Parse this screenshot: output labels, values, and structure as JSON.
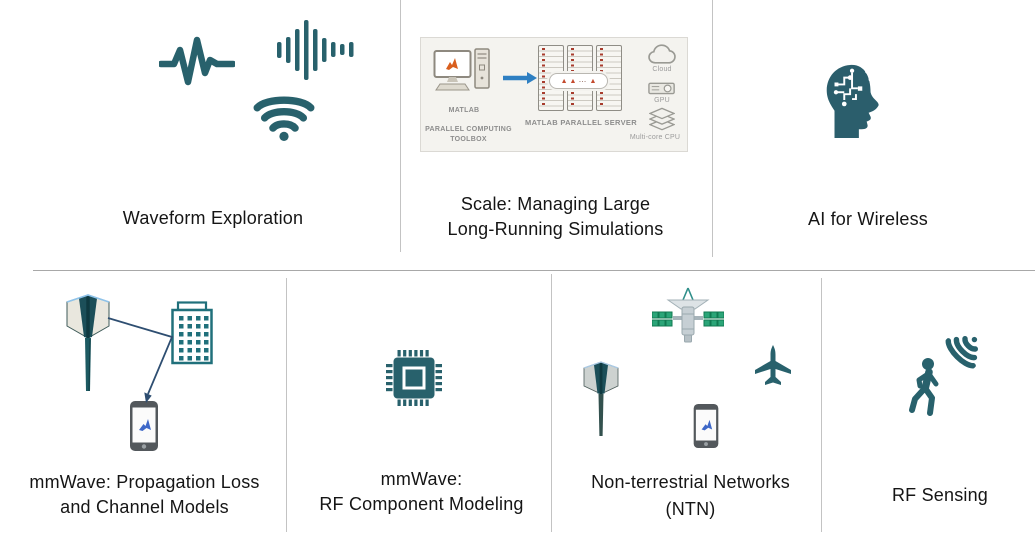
{
  "page": {
    "background": "#ffffff"
  },
  "colors": {
    "teal": "#28616C",
    "dark_teal": "#1C4F59",
    "text": "#151515",
    "matlab_orange": "#DA5B26",
    "flow_arrow_blue": "#2E7FC2",
    "signal_arrow_navy": "#2E4E71",
    "satellite_green": "#2BA578",
    "matlab_logo_blue": "#3E68C8",
    "diagram_gray_text": "#8D8D8D",
    "divider_gray": "#C3C3C3"
  },
  "topics": {
    "waveform_exploration": {
      "label": "Waveform Exploration"
    },
    "scale_simulations": {
      "lines": [
        "Scale: Managing Large",
        "Long-Running Simulations"
      ]
    },
    "ai_for_wireless": {
      "label": "AI for Wireless"
    },
    "mmwave_propagation": {
      "lines": [
        "mmWave: Propagation Loss",
        "and Channel Models"
      ]
    },
    "mmwave_rf_component": {
      "lines": [
        "mmWave:",
        "RF Component Modeling"
      ]
    },
    "ntn": {
      "lines": [
        "Non-terrestrial Networks",
        "(NTN)"
      ]
    },
    "rf_sensing": {
      "label": "RF Sensing"
    }
  },
  "matlab_diagram": {
    "workstation_label": "MATLAB",
    "toolbox_lines": [
      "PARALLEL COMPUTING",
      "TOOLBOX"
    ],
    "server_label": "MATLAB PARALLEL SERVER",
    "resources": [
      {
        "label": "Cloud"
      },
      {
        "label": "GPU"
      },
      {
        "label": "Multi-core CPU"
      }
    ]
  },
  "icons": {
    "pulse-waveform-icon": "signal pulse polyline",
    "audio-bars-icon": "vertical equalizer bars",
    "wifi-icon": "wifi arcs with dot",
    "brain-circuit-head-icon": "head silhouette with circuit brain",
    "antenna-tower-icon": "5G massive-MIMO antenna on pole",
    "building-icon": "office building outline with windows",
    "smartphone-matlab-icon": "phone with MATLAB logo screen",
    "signal-path-arrow": "reflected propagation path arrow",
    "chip-icon": "integrated circuit package",
    "satellite-icon": "satellite with solar panels and dish",
    "airplane-icon": "airplane silhouette",
    "radar-waves-icon": "radar arcs emanating toward person",
    "walking-person-icon": "walking human figure",
    "workstation-icon": "desktop computer with MATLAB screen",
    "flow-arrow-icon": "blue right arrow",
    "server-rack-icon": "server tower",
    "cloud-icon": "cloud outline",
    "gpu-icon": "GPU card outline",
    "multicore-cpu-icon": "stacked layers"
  }
}
